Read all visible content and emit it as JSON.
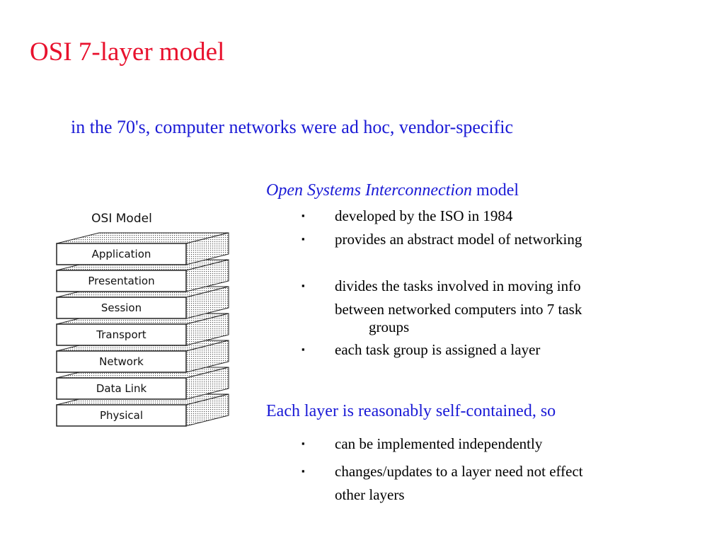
{
  "title": "OSI 7-layer model",
  "subtitle": "in the 70's, computer networks were ad hoc, vendor-specific",
  "diagram": {
    "caption": "OSI Model",
    "layers": [
      "Application",
      "Presentation",
      "Session",
      "Transport",
      "Network",
      "Data Link",
      "Physical"
    ]
  },
  "section1": {
    "heading_italic": "Open Systems Interconnection",
    "heading_rest": " model",
    "bullets": [
      "developed by the ISO in 1984",
      "provides an abstract model of networking",
      "divides the tasks involved in moving info",
      "each task group is assigned a layer"
    ],
    "continuation_1": "between networked computers into 7 task",
    "continuation_2": "groups"
  },
  "section2": {
    "heading": "Each layer is reasonably self-contained, so",
    "bullets": [
      "can be implemented independently",
      "changes/updates to a layer need not effect"
    ],
    "continuation": "other layers"
  },
  "bullet_marker": "▪",
  "colors": {
    "title": "#e8112d",
    "accent": "#1a1ad6",
    "text": "#000000"
  }
}
